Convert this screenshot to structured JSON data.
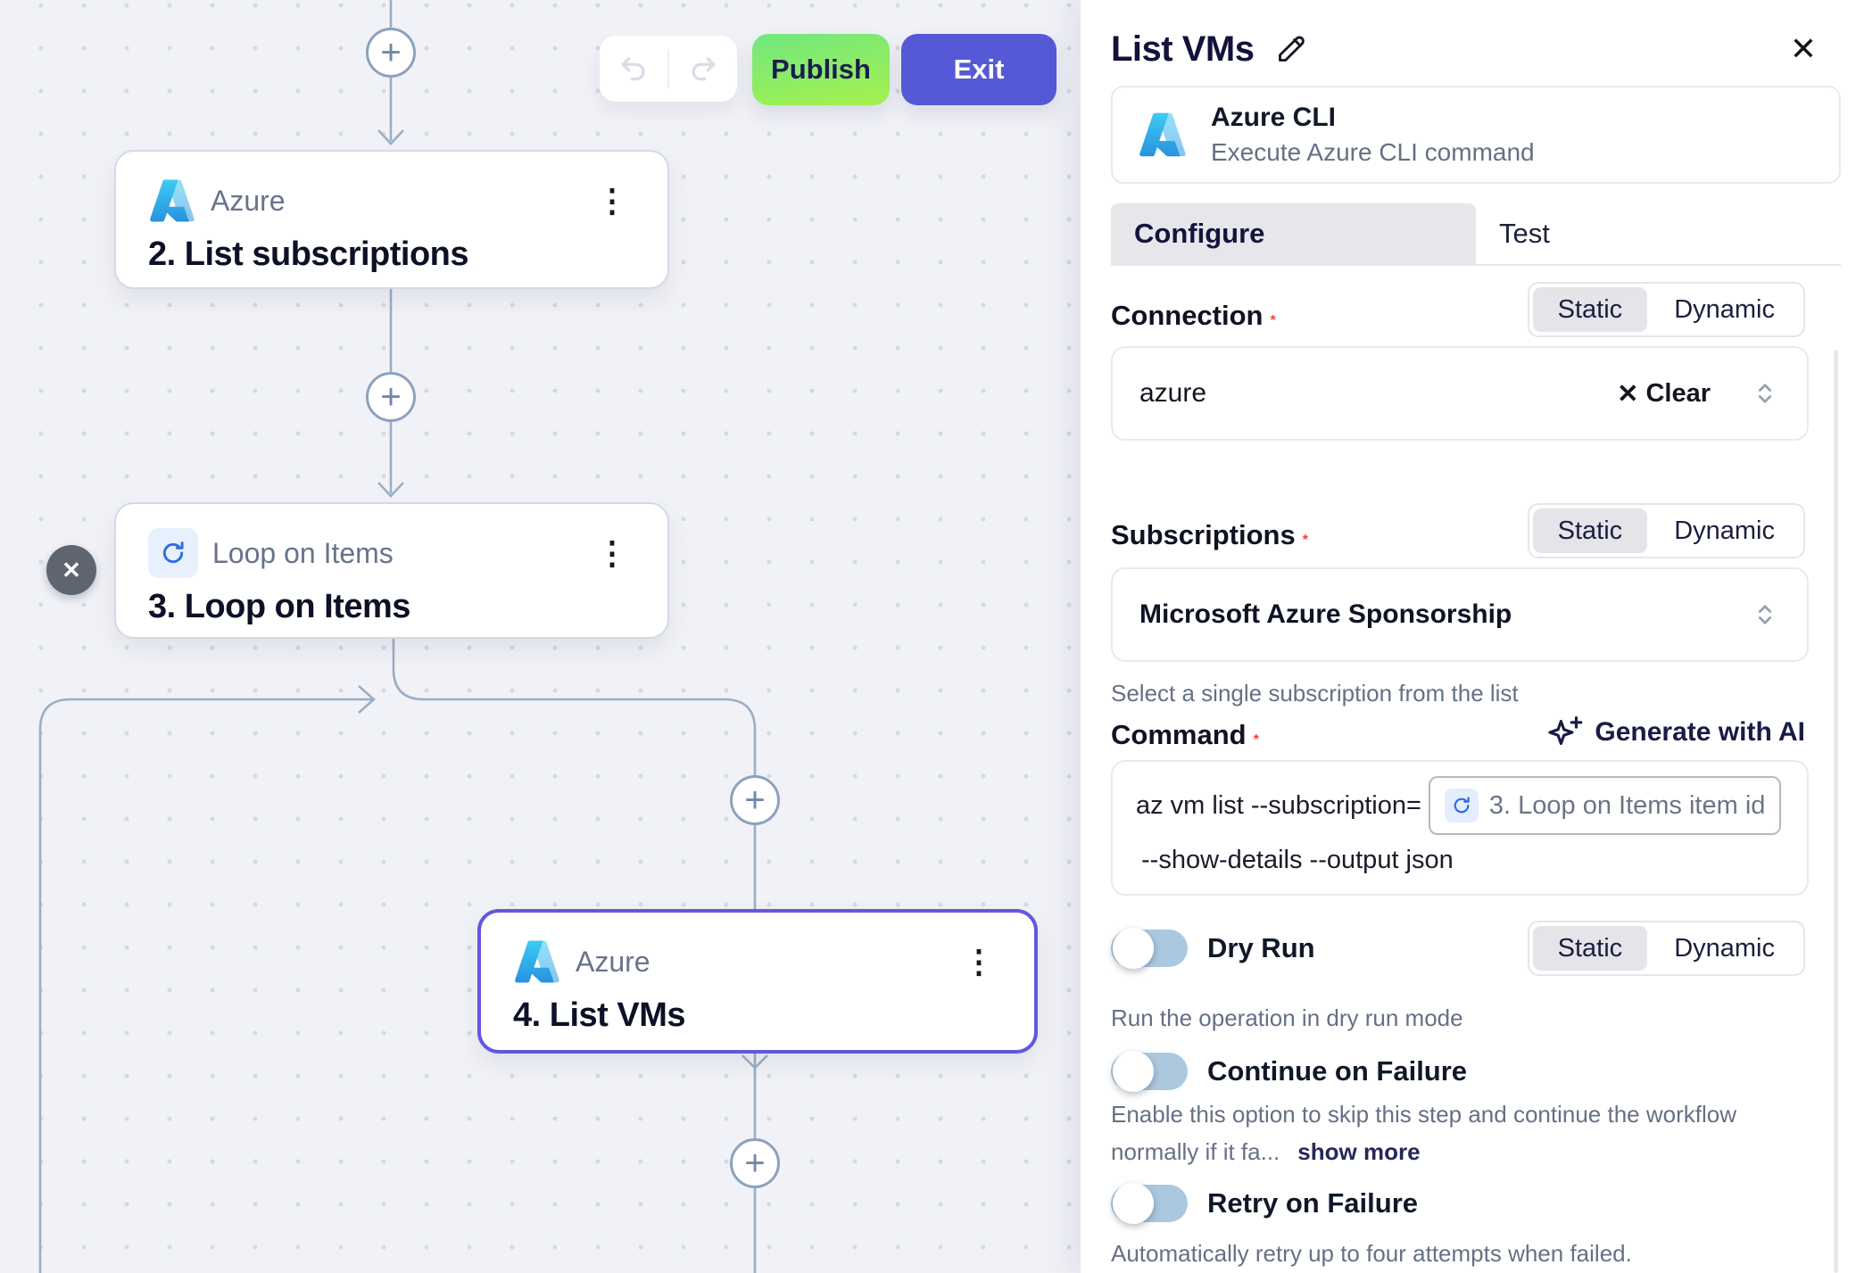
{
  "toolbar": {
    "publish_label": "Publish",
    "exit_label": "Exit"
  },
  "icons": {
    "plus": "+",
    "close": "✕",
    "kebab": "⋮",
    "clear_x": "✕",
    "collapse": "✕"
  },
  "colors": {
    "accent_selected_node": "#6456E0",
    "publish_gradient_top": "#71E77F",
    "publish_gradient_bottom": "#A6F14D",
    "exit_button": "#5659D6",
    "toggle_track_off": "#ABC8DE",
    "connector": "#9AAEC6",
    "required_asterisk": "#F04438",
    "loop_icon_blue": "#2E6BE6"
  },
  "canvas": {
    "nodes": [
      {
        "app": "Azure",
        "title": "2. List subscriptions"
      },
      {
        "app": "Loop on Items",
        "title": "3. Loop on Items"
      },
      {
        "app": "Azure",
        "title": "4. List VMs"
      }
    ]
  },
  "panel": {
    "title": "List VMs",
    "app_card": {
      "title": "Azure CLI",
      "subtitle": "Execute Azure CLI command"
    },
    "tabs": {
      "configure": "Configure",
      "test": "Test"
    },
    "segmented": {
      "static_label": "Static",
      "dynamic_label": "Dynamic"
    },
    "required_mark": "*",
    "connection": {
      "label": "Connection",
      "value": "azure",
      "clear_label": "Clear"
    },
    "subscriptions": {
      "label": "Subscriptions",
      "value": "Microsoft Azure Sponsorship",
      "helper": "Select a single subscription from the list"
    },
    "command": {
      "label": "Command",
      "generate_label": "Generate with AI",
      "code_before": "az vm list --subscription=",
      "chip_label": "3. Loop on Items item id",
      "code_after": "--show-details --output json"
    },
    "dry_run": {
      "label": "Dry Run",
      "helper": "Run the operation in dry run mode"
    },
    "continue_on_failure": {
      "label": "Continue on Failure",
      "helper": "Enable this option to skip this step and continue the workflow normally if it fa...",
      "show_more": "show more"
    },
    "retry_on_failure": {
      "label": "Retry on Failure",
      "helper": "Automatically retry up to four attempts when failed."
    }
  }
}
